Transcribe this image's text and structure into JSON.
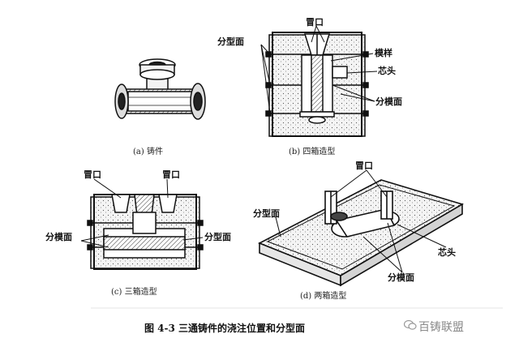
{
  "panels": {
    "a": {
      "caption": "(a) 铸件"
    },
    "b": {
      "caption": "(b) 四箱造型",
      "labels": {
        "riser": "冒口",
        "parting_surface": "分型面",
        "pattern": "模样",
        "core_head": "芯头",
        "parting_mold": "分模面"
      }
    },
    "c": {
      "caption": "(c) 三箱造型",
      "labels": {
        "riser_left": "冒口",
        "riser_right": "冒口",
        "parting_mold": "分模面",
        "parting_surface": "分型面"
      }
    },
    "d": {
      "caption": "(d) 两箱造型",
      "labels": {
        "riser": "冒口",
        "parting_surface": "分型面",
        "core_head": "芯头",
        "parting_mold": "分模面"
      }
    }
  },
  "figure_title": "图 4-3   三通铸件的浇注位置和分型面",
  "watermark": "百铸联盟",
  "watermark_icon": "wechat-icon"
}
